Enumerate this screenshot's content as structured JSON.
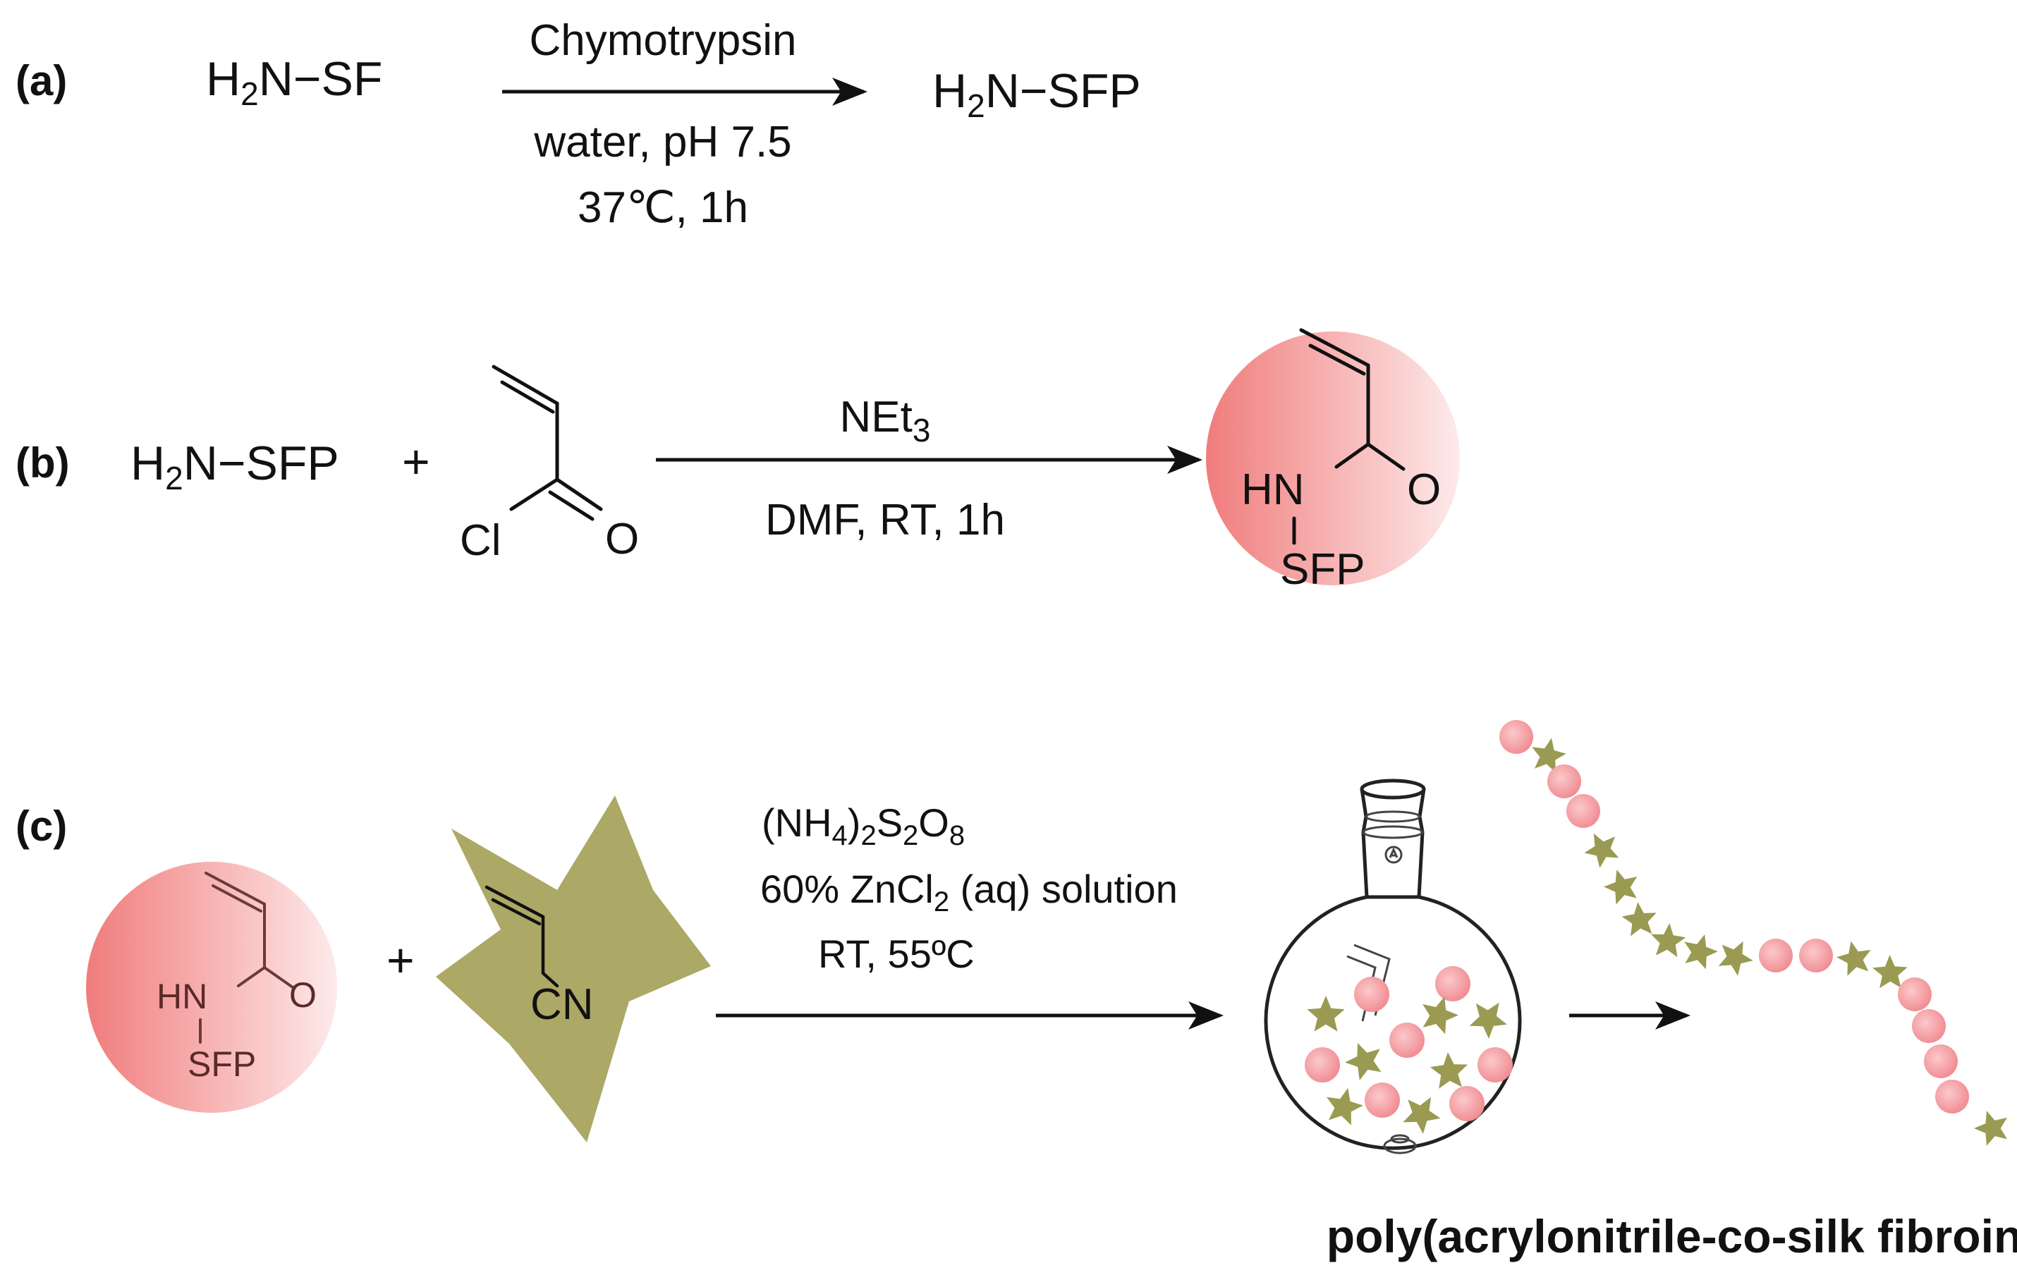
{
  "panels": {
    "a": {
      "label": "(a)",
      "reactant": "H2N−SF",
      "reagent": "Chymotrypsin",
      "conditions": [
        "water, pH 7.5",
        "37℃, 1h"
      ],
      "product": "H2N−SFP"
    },
    "b": {
      "label": "(b)",
      "reactant1": "H2N−SFP",
      "plus": "+",
      "reactant2_atoms": {
        "cl": "Cl",
        "o": "O"
      },
      "reagent": "NEt3",
      "conditions": "DMF, RT, 1h",
      "product_atoms": {
        "hn": "HN",
        "o": "O",
        "sfp": "SFP"
      }
    },
    "c": {
      "label": "(c)",
      "monomer1_atoms": {
        "hn": "HN",
        "o": "O",
        "sfp": "SFP"
      },
      "plus": "+",
      "monomer2_atoms": {
        "cn": "CN"
      },
      "conditions": [
        "(NH4)2S2O8",
        "60% ZnCl2 (aq) solution",
        "RT, 55ºC"
      ],
      "product_name": "poly(acrylonitrile-co-silk fibroin)"
    }
  },
  "colors": {
    "sfp_sphere": "#f07c7c",
    "acrylonitrile_star": "#aca866",
    "chain_bead": "#f5a0a4",
    "chain_star": "#9a9a52",
    "text": "#111111"
  },
  "icons": [
    "round-bottom-flask-icon",
    "sfp-sphere-icon",
    "acrylonitrile-star-icon",
    "copolymer-chain-icon"
  ]
}
